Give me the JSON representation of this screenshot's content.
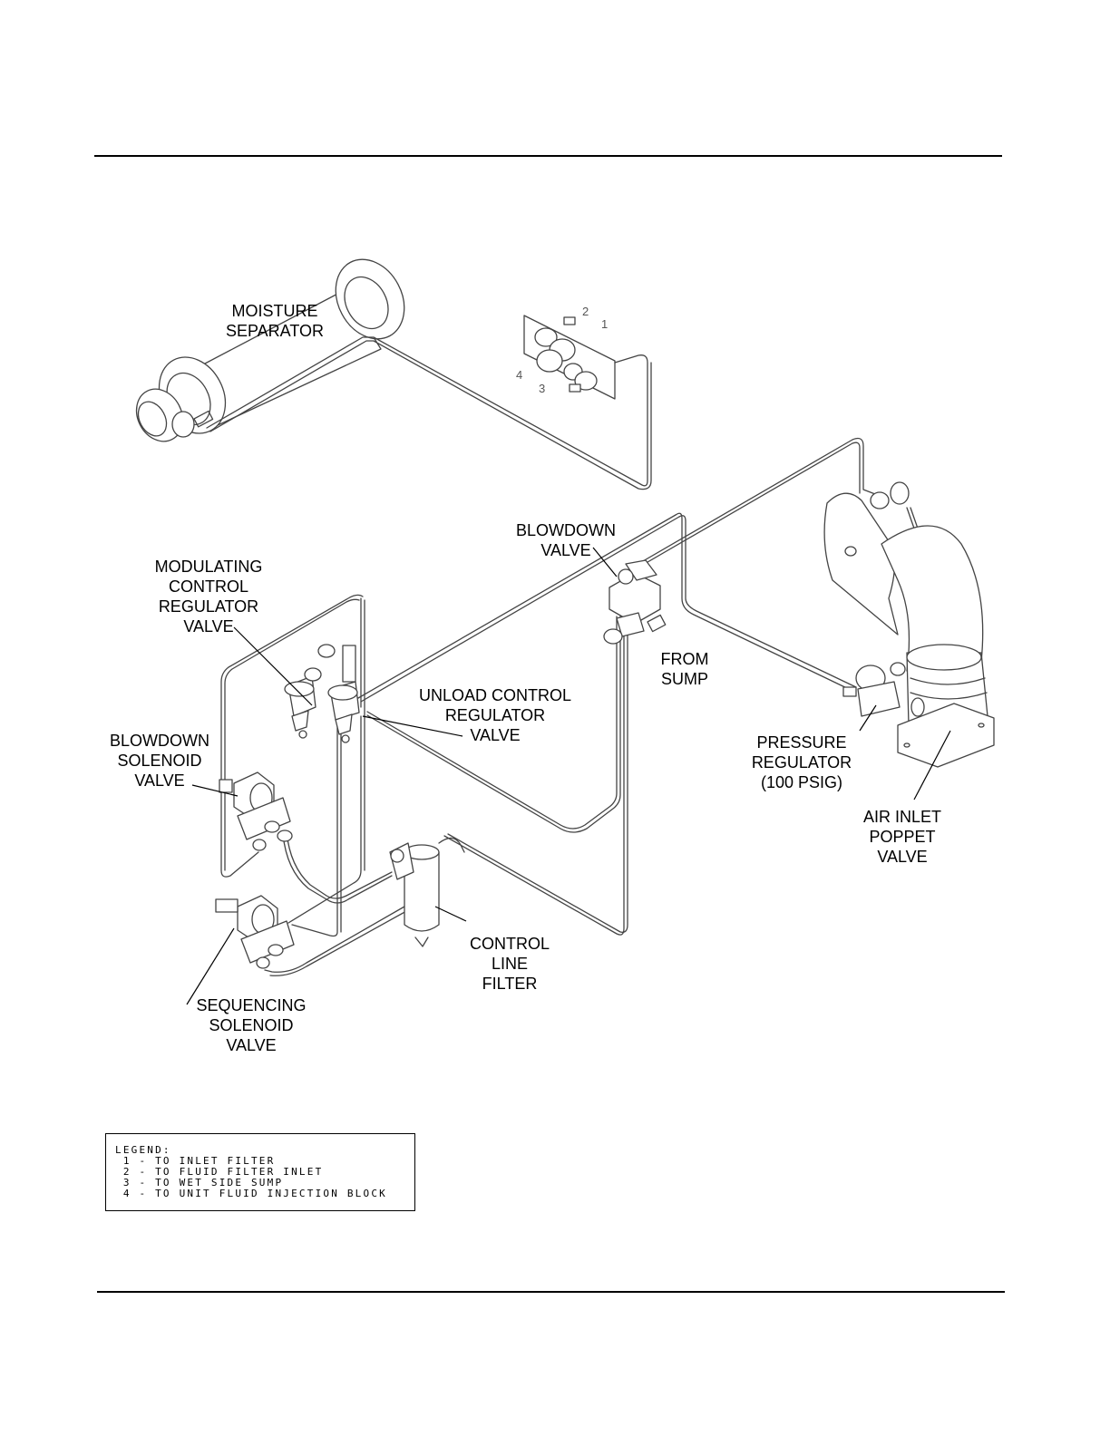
{
  "labels": {
    "moisture_separator": [
      "MOISTURE",
      "SEPARATOR"
    ],
    "blowdown_valve": [
      "BLOWDOWN",
      "VALVE"
    ],
    "modulating_valve": [
      "MODULATING",
      "CONTROL",
      "REGULATOR",
      "VALVE"
    ],
    "from_sump": [
      "FROM",
      "SUMP"
    ],
    "unload_valve": [
      "UNLOAD CONTROL",
      "REGULATOR",
      "VALVE"
    ],
    "blowdown_solenoid": [
      "BLOWDOWN",
      "SOLENOID",
      "VALVE"
    ],
    "pressure_regulator": [
      "PRESSURE",
      "REGULATOR",
      "(100 PSIG)"
    ],
    "air_inlet_poppet": [
      "AIR INLET",
      "POPPET",
      "VALVE"
    ],
    "control_line_filter": [
      "CONTROL",
      "LINE",
      "FILTER"
    ],
    "sequencing_solenoid": [
      "SEQUENCING",
      "SOLENOID",
      "VALVE"
    ]
  },
  "port_numbers": {
    "p1": "1",
    "p2": "2",
    "p3": "3",
    "p4": "4"
  },
  "legend": {
    "title": "LEGEND:",
    "items": [
      " 1 - TO INLET FILTER",
      " 2 - TO FLUID FILTER INLET",
      " 3 - TO WET SIDE SUMP",
      " 4 - TO UNIT FLUID INJECTION BLOCK"
    ]
  }
}
